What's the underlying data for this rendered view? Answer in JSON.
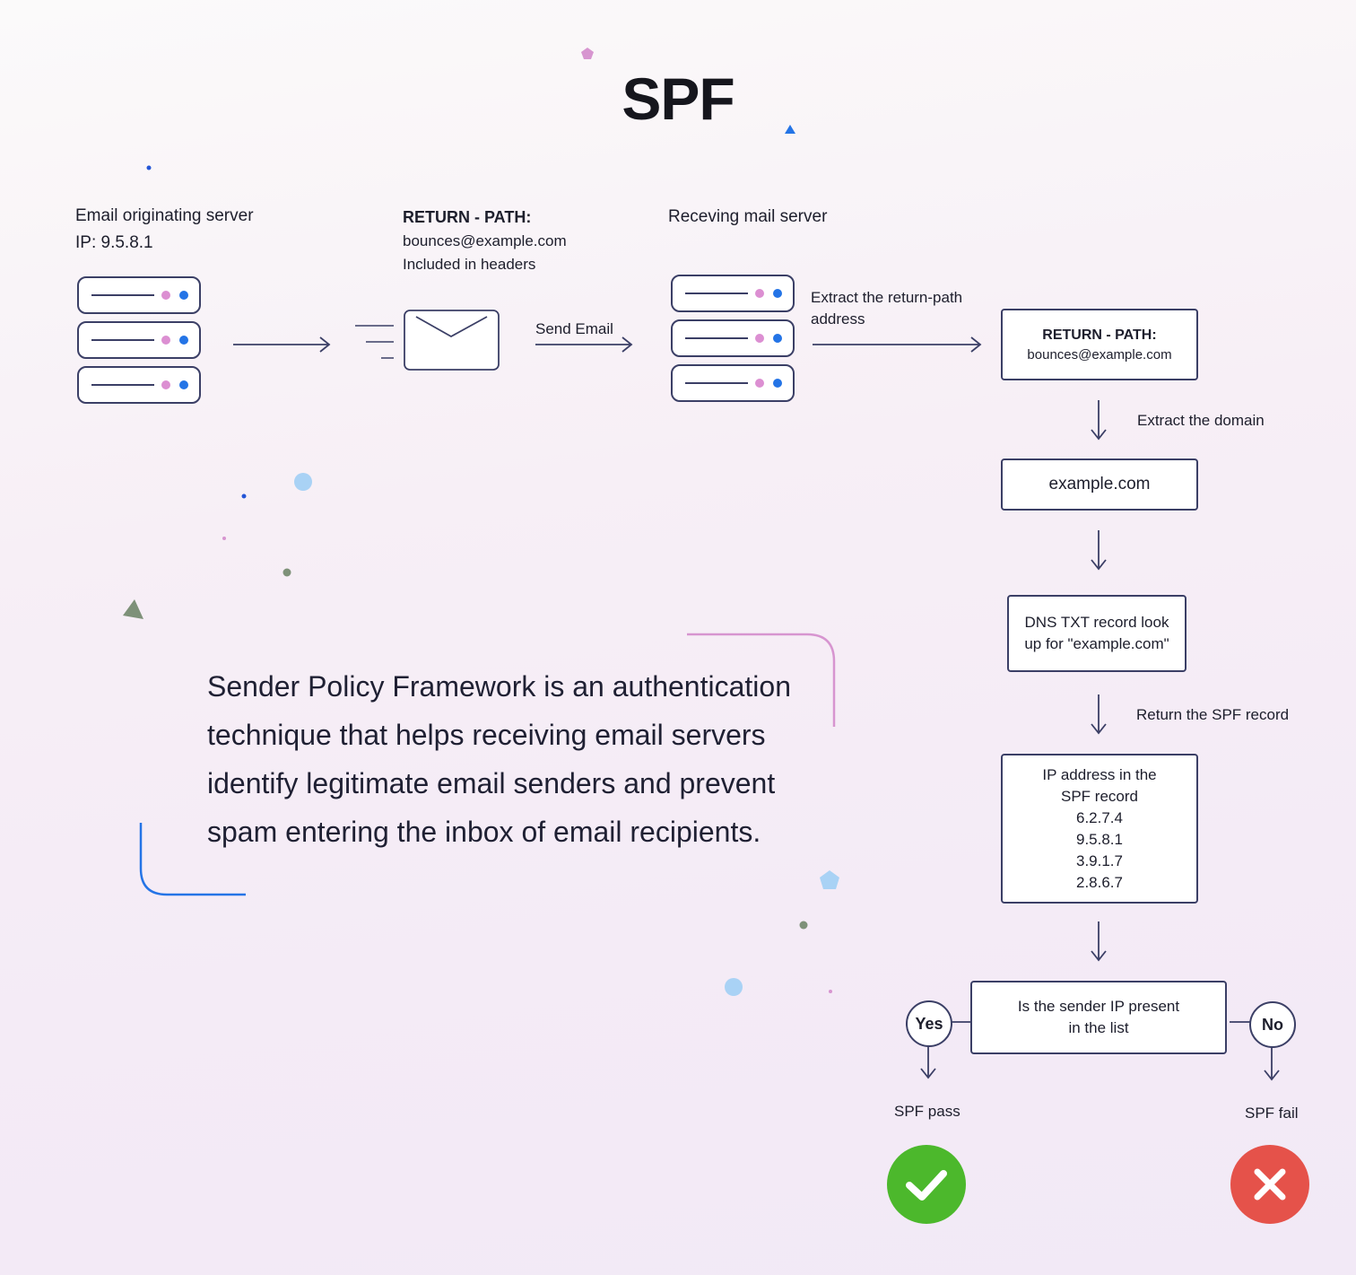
{
  "title": "SPF",
  "originating_server": {
    "label": "Email originating server",
    "ip": "IP: 9.5.8.1"
  },
  "email_envelope": {
    "header": "RETURN - PATH:",
    "address": "bounces@example.com",
    "note": "Included in headers"
  },
  "send_email_label": "Send Email",
  "receiving_server": {
    "label": "Receving mail server"
  },
  "extract_return_path_label": "Extract the return-path address",
  "return_path_box": {
    "header": "RETURN - PATH:",
    "address": "bounces@example.com"
  },
  "extract_domain_label": "Extract the domain",
  "domain_box": "example.com",
  "dns_lookup_box": "DNS TXT record look up for \"example.com\"",
  "return_spf_label": "Return the SPF record",
  "spf_record_box": {
    "header": "IP address in the SPF record",
    "ips": [
      "6.2.7.4",
      "9.5.8.1",
      "3.9.1.7",
      "2.8.6.7"
    ]
  },
  "decision_box": "Is the sender IP present in the list",
  "yes_label": "Yes",
  "no_label": "No",
  "pass_label": "SPF pass",
  "fail_label": "SPF fail",
  "description": "Sender Policy Framework is an authentication technique that helps receiving email servers identify legitimate email senders and prevent spam entering the inbox of email recipients.",
  "colors": {
    "stroke": "#3b3f66",
    "pass": "#4cb82c",
    "fail": "#e5524a",
    "accent_pink": "#dc8fd2",
    "accent_blue": "#2474e6"
  },
  "icons": {
    "server": "server-rack-icon",
    "envelope": "envelope-icon",
    "pass": "checkmark-icon",
    "fail": "x-mark-icon"
  }
}
